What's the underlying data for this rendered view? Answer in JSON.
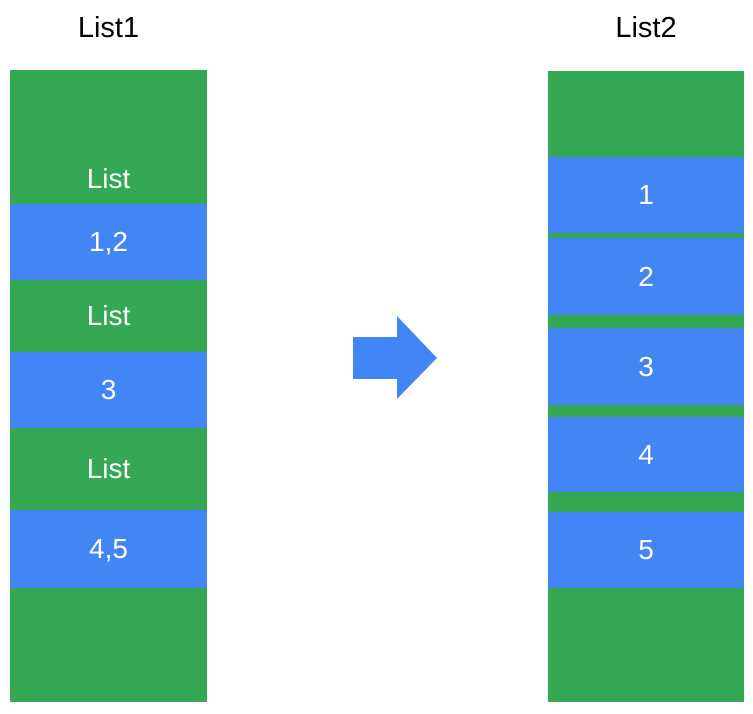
{
  "list1": {
    "title": "List1",
    "segments": [
      {
        "label": "List",
        "color": "green"
      },
      {
        "label": "1,2",
        "color": "blue"
      },
      {
        "label": "List",
        "color": "green"
      },
      {
        "label": "3",
        "color": "blue"
      },
      {
        "label": "List",
        "color": "green"
      },
      {
        "label": "4,5",
        "color": "blue"
      },
      {
        "label": "",
        "color": "green"
      }
    ]
  },
  "list2": {
    "title": "List2",
    "segments": [
      {
        "label": "",
        "color": "green"
      },
      {
        "label": "1",
        "color": "blue"
      },
      {
        "label": "",
        "color": "green"
      },
      {
        "label": "2",
        "color": "blue"
      },
      {
        "label": "",
        "color": "green"
      },
      {
        "label": "3",
        "color": "blue"
      },
      {
        "label": "",
        "color": "green"
      },
      {
        "label": "4",
        "color": "blue"
      },
      {
        "label": "",
        "color": "green"
      },
      {
        "label": "5",
        "color": "blue"
      },
      {
        "label": "",
        "color": "green"
      }
    ]
  },
  "arrow": {
    "icon": "right-arrow-icon",
    "direction": "right"
  },
  "colors": {
    "green": "#34a853",
    "blue": "#4285f4",
    "label_text": "#ffffff",
    "title_text": "#000000",
    "background": "#ffffff"
  }
}
